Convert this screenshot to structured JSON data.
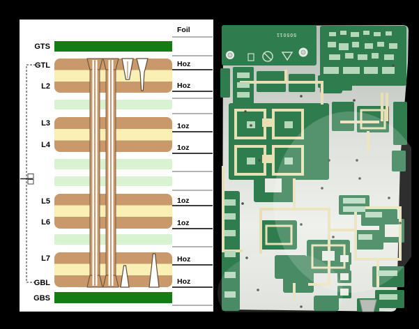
{
  "colors": {
    "canvas_bg": "#000000",
    "panel_bg": "#ffffff",
    "solder_mask_green": "#137c13",
    "copper_tan": "#c9996b",
    "copper_edge": "#5f4a33",
    "prepreg_yellow": "#faf0b5",
    "core_green": "#d9f2d2",
    "line_light": "#999999",
    "line_dark": "#3c3c3c",
    "label_text": "#000000",
    "pcb_metal_dark": "#b7bcb7",
    "pcb_metal_light": "#eceee9",
    "pcb_green": "#2f7c4f",
    "pcb_green_line": "#1e5c38",
    "pcb_pad_pale": "#b5d8bd",
    "pcb_pad_white": "#e9ece5",
    "pcb_trace_cream": "#e8e0b4",
    "pcb_hole": "#4c4c44"
  },
  "stackup": {
    "layer_names": [
      "GTS",
      "GTL",
      "L2",
      "L3",
      "L4",
      "L5",
      "L6",
      "L7",
      "GBL",
      "GBS"
    ],
    "copper_weights": [
      "Foil",
      "Hoz",
      "Hoz",
      "1oz",
      "1oz",
      "1oz",
      "1oz",
      "Hoz",
      "Hoz"
    ]
  },
  "pcb": {
    "board_marking": "505011"
  }
}
